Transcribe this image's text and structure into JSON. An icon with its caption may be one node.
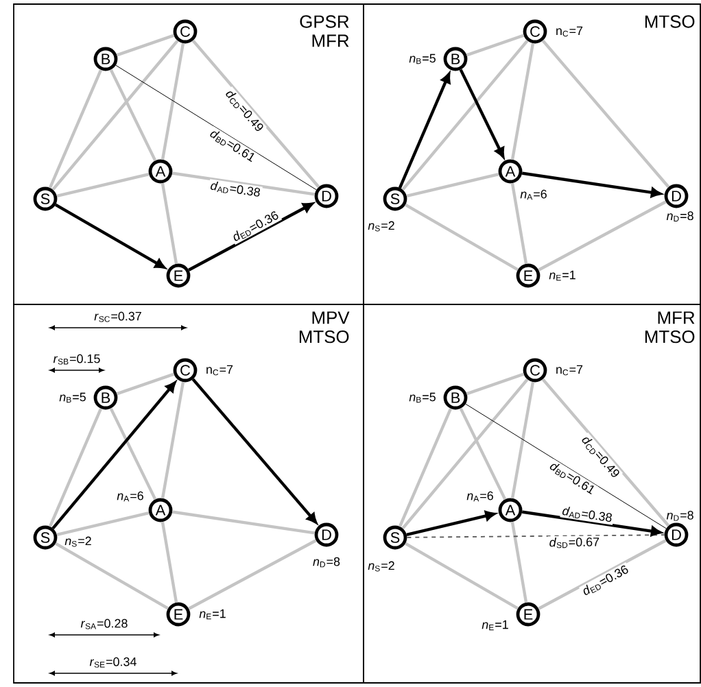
{
  "diagram": {
    "nodes": [
      {
        "text": [
          "GPSR MFR"
        ]
      },
      {
        "text": [
          "S"
        ],
        "in": 0
      },
      {
        "text": [
          "A"
        ],
        "in": 0
      },
      {
        "text": [
          "B"
        ],
        "in": 0
      },
      {
        "text": [
          "C"
        ],
        "in": 0
      },
      {
        "text": [
          "D"
        ],
        "in": 0
      },
      {
        "text": [
          "E"
        ],
        "in": 0
      },
      {
        "text": [
          "MTSO"
        ]
      },
      {
        "text": [
          "S"
        ],
        "in": 7,
        "beside": [
          "*n*$_{S}$=2"
        ]
      },
      {
        "text": [
          "A"
        ],
        "in": 7,
        "beside": [
          "*n*$_{A}$=6"
        ]
      },
      {
        "text": [
          "B"
        ],
        "in": 7,
        "beside": [
          "*n*$_{B}$=5"
        ]
      },
      {
        "text": [
          "C"
        ],
        "in": 7,
        "beside": [
          "n$_{C}$=7"
        ]
      },
      {
        "text": [
          "D"
        ],
        "in": 7,
        "beside": [
          "*n*$_{D}$=8"
        ]
      },
      {
        "text": [
          "E"
        ],
        "in": 7,
        "beside": [
          "*n*$_{E}$=1"
        ]
      },
      {
        "text": [
          "MPV MTSO"
        ]
      },
      {
        "text": [
          "S"
        ],
        "in": 14,
        "beside": [
          "*n*$_{S}$=2"
        ]
      },
      {
        "text": [
          "A"
        ],
        "in": 14,
        "beside": [
          "*n*$_{A}$=6"
        ]
      },
      {
        "text": [
          "B"
        ],
        "in": 14,
        "beside": [
          "*n*$_{B}$=5"
        ]
      },
      {
        "text": [
          "C"
        ],
        "in": 14,
        "beside": [
          "n$_{C}$=7"
        ]
      },
      {
        "text": [
          "D"
        ],
        "in": 14,
        "beside": [
          "*n*$_{D}$=8"
        ]
      },
      {
        "text": [
          "E"
        ],
        "in": 14,
        "beside": [
          "*n*$_{E}$=1"
        ]
      },
      {
        "text": [
          "MFR MTSO"
        ]
      },
      {
        "text": [
          "S"
        ],
        "in": 21,
        "beside": [
          "*n*$_{S}$=2"
        ]
      },
      {
        "text": [
          "A"
        ],
        "in": 21,
        "beside": [
          "*n*$_{A}$=6"
        ]
      },
      {
        "text": [
          "B"
        ],
        "in": 21,
        "beside": [
          "*n*$_{B}$=5"
        ]
      },
      {
        "text": [
          "C"
        ],
        "in": 21,
        "beside": [
          "n$_{C}$=7"
        ]
      },
      {
        "text": [
          "D"
        ],
        "in": 21,
        "beside": [
          "*n*$_{D}$=8"
        ]
      },
      {
        "text": [
          "E"
        ],
        "in": 21,
        "beside": [
          "*n*$_{E}$=1"
        ]
      }
    ],
    "edges": [
      {
        "from": 1,
        "to": 3,
        "arrow": "none"
      },
      {
        "from": 1,
        "to": 4,
        "arrow": "none"
      },
      {
        "from": 1,
        "to": 2,
        "arrow": "none"
      },
      {
        "from": 3,
        "to": 4,
        "arrow": "none"
      },
      {
        "from": 3,
        "to": 2,
        "arrow": "none"
      },
      {
        "from": 4,
        "to": 2,
        "arrow": "none"
      },
      {
        "from": 4,
        "to": 5,
        "arrow": "none",
        "label": "*d*$_{CD}$=0.49"
      },
      {
        "from": 2,
        "to": 5,
        "arrow": "none",
        "label": "*d*$_{AD}$=0.38"
      },
      {
        "from": 2,
        "to": 6,
        "arrow": "none"
      },
      {
        "from": 3,
        "to": 5,
        "arrow": "none",
        "label": "*d*$_{BD}$=0.61",
        "color": "#000000"
      },
      {
        "from": 1,
        "to": 6,
        "arrow": "to",
        "color": "#000000"
      },
      {
        "from": 6,
        "to": 5,
        "arrow": "to",
        "color": "#000000",
        "label": "*d*$_{ED}$=0.36"
      },
      {
        "from": 8,
        "to": 11,
        "arrow": "none"
      },
      {
        "from": 8,
        "to": 9,
        "arrow": "none"
      },
      {
        "from": 8,
        "to": 13,
        "arrow": "none"
      },
      {
        "from": 10,
        "to": 11,
        "arrow": "none"
      },
      {
        "from": 11,
        "to": 9,
        "arrow": "none"
      },
      {
        "from": 11,
        "to": 12,
        "arrow": "none"
      },
      {
        "from": 9,
        "to": 13,
        "arrow": "none"
      },
      {
        "from": 13,
        "to": 12,
        "arrow": "none"
      },
      {
        "from": 8,
        "to": 10,
        "arrow": "to",
        "color": "#000000"
      },
      {
        "from": 10,
        "to": 9,
        "arrow": "to",
        "color": "#000000"
      },
      {
        "from": 9,
        "to": 12,
        "arrow": "to",
        "color": "#000000"
      },
      {
        "from": 15,
        "to": 17,
        "arrow": "none"
      },
      {
        "from": 15,
        "to": 16,
        "arrow": "none"
      },
      {
        "from": 15,
        "to": 20,
        "arrow": "none"
      },
      {
        "from": 17,
        "to": 18,
        "arrow": "none"
      },
      {
        "from": 17,
        "to": 16,
        "arrow": "none"
      },
      {
        "from": 18,
        "to": 16,
        "arrow": "none"
      },
      {
        "from": 16,
        "to": 19,
        "arrow": "none"
      },
      {
        "from": 16,
        "to": 20,
        "arrow": "none"
      },
      {
        "from": 20,
        "to": 19,
        "arrow": "none"
      },
      {
        "from": 15,
        "to": 18,
        "arrow": "to",
        "color": "#000000"
      },
      {
        "from": 18,
        "to": 19,
        "arrow": "to",
        "color": "#000000"
      },
      {
        "from": 22,
        "to": 24,
        "arrow": "none"
      },
      {
        "from": 22,
        "to": 25,
        "arrow": "none"
      },
      {
        "from": 22,
        "to": 27,
        "arrow": "none"
      },
      {
        "from": 24,
        "to": 25,
        "arrow": "none"
      },
      {
        "from": 24,
        "to": 23,
        "arrow": "none"
      },
      {
        "from": 25,
        "to": 23,
        "arrow": "none"
      },
      {
        "from": 25,
        "to": 26,
        "arrow": "none",
        "label": "*d*$_{CD}$=0.49"
      },
      {
        "from": 23,
        "to": 27,
        "arrow": "none"
      },
      {
        "from": 27,
        "to": 26,
        "arrow": "none",
        "label": "*d*$_{ED}$=0.36"
      },
      {
        "from": 24,
        "to": 26,
        "arrow": "none",
        "label": "*d*$_{BD}$=0.61",
        "color": "#000000"
      },
      {
        "from": 22,
        "to": 26,
        "arrow": "none",
        "label": "*d*$_{SD}$=0.67",
        "style": "dashed",
        "color": "#555555"
      },
      {
        "from": 22,
        "to": 23,
        "arrow": "to",
        "color": "#000000"
      },
      {
        "from": 23,
        "to": 26,
        "arrow": "to",
        "color": "#000000",
        "label": "*d*$_{AD}$=0.38"
      }
    ],
    "labels": [
      "*r*$_{SC}$=0.37",
      "*r*$_{SB}$=0.15",
      "*r*$_{SA}$=0.28",
      "*r*$_{SE}$=0.34"
    ]
  }
}
